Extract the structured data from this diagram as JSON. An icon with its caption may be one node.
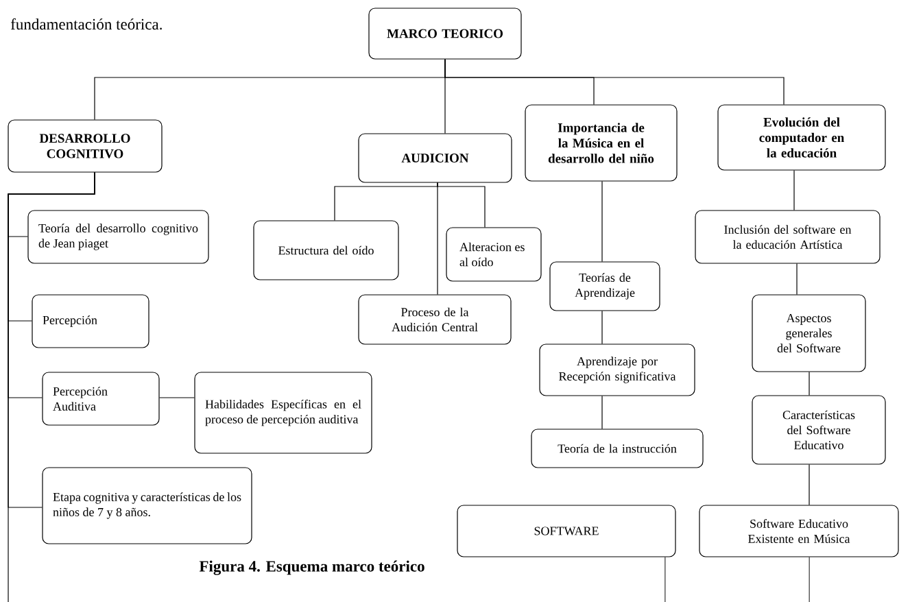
{
  "diagram": {
    "caption": "Figura 4. Esquema marco teórico",
    "nodes": [
      {
        "text": [
          "MARCO TEORICO"
        ]
      },
      {
        "text": [
          "DESARROLLO COGNITIVO"
        ]
      },
      {
        "text": [
          "AUDICION"
        ]
      },
      {
        "text": [
          "Importancia de la Música en el desarrollo del niño"
        ]
      },
      {
        "text": [
          "Evolución del computador en la educación"
        ]
      },
      {
        "text": [
          "Teoría del desarrollo cognitivo de Jean piaget"
        ]
      },
      {
        "text": [
          "Percepción"
        ]
      },
      {
        "text": [
          "Percepción Auditiva"
        ]
      },
      {
        "text": [
          "Habilidades Específicas en el proceso de percepción auditiva"
        ]
      },
      {
        "text": [
          "Etapa cognitiva y características de los niños de 7 y 8 años."
        ]
      },
      {
        "text": [
          "Estructura del oído"
        ]
      },
      {
        "text": [
          "Alteracion es al oído"
        ]
      },
      {
        "text": [
          "Proceso de la Audición Central"
        ]
      },
      {
        "text": [
          "Teorías de Aprendizaje"
        ]
      },
      {
        "text": [
          "Aprendizaje por Recepción significativa"
        ]
      },
      {
        "text": [
          "Teoría de la instrucción"
        ]
      },
      {
        "text": [
          "Inclusión del software en la educación Artística"
        ]
      },
      {
        "text": [
          "Aspectos generales del Software"
        ]
      },
      {
        "text": [
          "Características del Software Educativo"
        ]
      },
      {
        "text": [
          "SOFTWARE"
        ]
      },
      {
        "text": [
          "Software Educativo Existente en Música"
        ]
      }
    ],
    "edges": [
      {
        "from": 0,
        "to": 1,
        "arrow": "none"
      },
      {
        "from": 0,
        "to": 2,
        "arrow": "none"
      },
      {
        "from": 0,
        "to": 3,
        "arrow": "none"
      },
      {
        "from": 0,
        "to": 4,
        "arrow": "none"
      },
      {
        "from": 1,
        "to": 5,
        "arrow": "none"
      },
      {
        "from": 1,
        "to": 6,
        "arrow": "none"
      },
      {
        "from": 1,
        "to": 7,
        "arrow": "none"
      },
      {
        "from": 1,
        "to": 9,
        "arrow": "none"
      },
      {
        "from": 1,
        "to": null,
        "arrow": "none"
      },
      {
        "from": 7,
        "to": 8,
        "arrow": "none"
      },
      {
        "from": 2,
        "to": 10,
        "arrow": "none"
      },
      {
        "from": 2,
        "to": 11,
        "arrow": "none"
      },
      {
        "from": 2,
        "to": 12,
        "arrow": "none"
      },
      {
        "from": 3,
        "to": 13,
        "arrow": "none"
      },
      {
        "from": 13,
        "to": 14,
        "arrow": "none"
      },
      {
        "from": 14,
        "to": 15,
        "arrow": "none"
      },
      {
        "from": 4,
        "to": 16,
        "arrow": "none"
      },
      {
        "from": 16,
        "to": 17,
        "arrow": "none"
      },
      {
        "from": 17,
        "to": 18,
        "arrow": "none"
      },
      {
        "from": 18,
        "to": 20,
        "arrow": "none"
      },
      {
        "from": 20,
        "to": null,
        "arrow": "none"
      },
      {
        "from": 19,
        "to": null,
        "arrow": "none"
      }
    ],
    "labels": [
      "fundamentación teórica."
    ]
  }
}
